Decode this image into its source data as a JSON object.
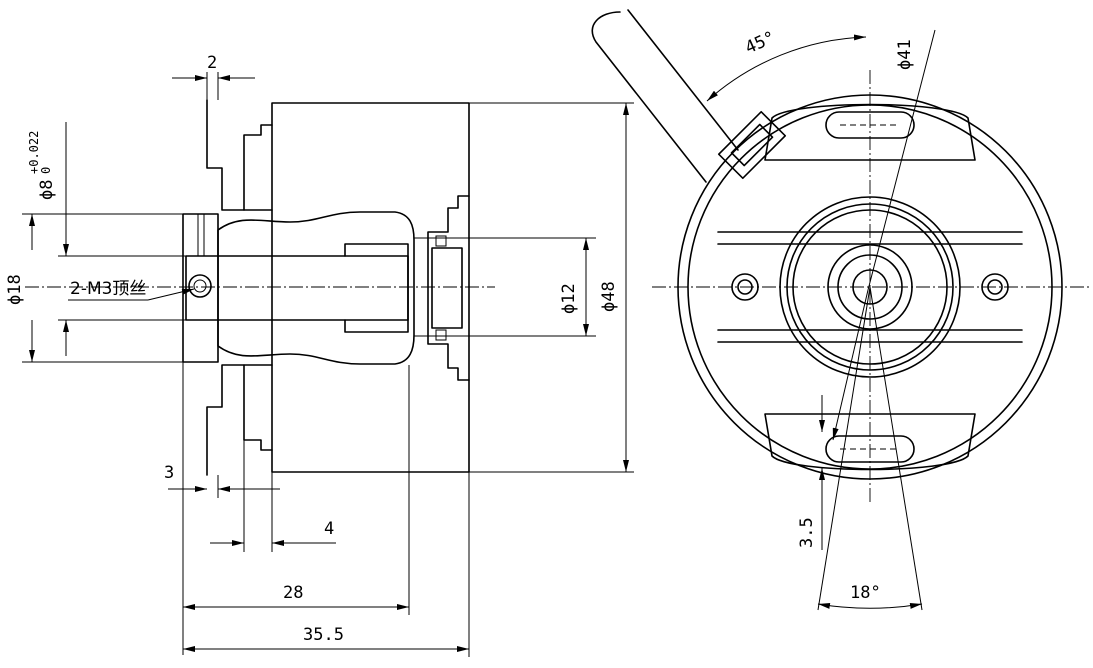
{
  "dimensions": {
    "flange_step": "2",
    "shaft_diameter_label": "ϕ8",
    "shaft_tol_upper": "+0.022",
    "shaft_tol_lower": "0",
    "collar_diameter": "ϕ18",
    "set_screw_note": "2-M3顶丝",
    "flange_thickness": "3",
    "step_offset": "4",
    "length_28": "28",
    "length_35_5": "35.5",
    "bore_diameter": "ϕ12",
    "body_diameter": "ϕ48",
    "bolt_circle": "ϕ41",
    "cable_angle": "45°",
    "slot_width": "3.5",
    "slot_angle": "18°"
  }
}
